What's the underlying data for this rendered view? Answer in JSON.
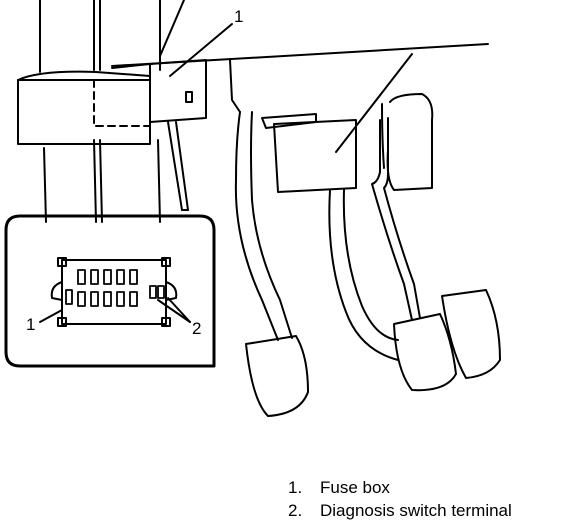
{
  "callouts": {
    "fuse_box": "1",
    "diagnosis_terminal": "2"
  },
  "legend": {
    "items": [
      {
        "number": "1.",
        "text": "Fuse box"
      },
      {
        "number": "2.",
        "text": "Diagnosis switch terminal"
      }
    ]
  }
}
